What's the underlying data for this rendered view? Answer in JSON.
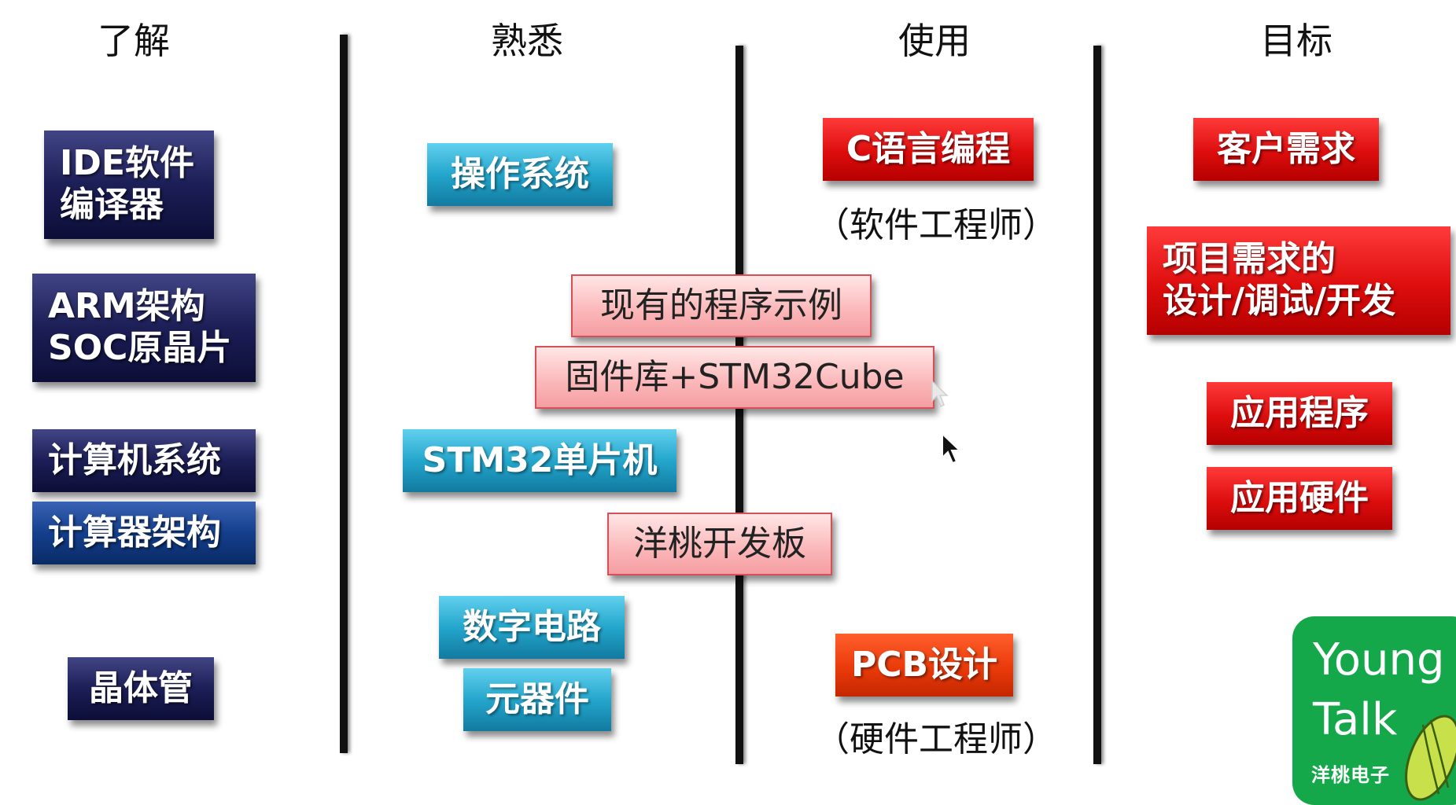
{
  "columns": [
    {
      "header": "了解"
    },
    {
      "header": "熟悉"
    },
    {
      "header": "使用"
    },
    {
      "header": "目标"
    }
  ],
  "understand": {
    "ide_line1": "IDE软件",
    "ide_line2": "编译器",
    "arm_line1": "ARM架构",
    "arm_line2": "SOC原晶片",
    "computer_system": "计算机系统",
    "computer_arch": "计算器架构",
    "transistor": "晶体管"
  },
  "familiar": {
    "os": "操作系统",
    "examples": "现有的程序示例",
    "firmware": "固件库+STM32Cube",
    "mcu": "STM32单片机",
    "board": "洋桃开发板",
    "digital": "数字电路",
    "components": "元器件"
  },
  "use": {
    "c_programming": "C语言编程",
    "software_engineer": "（软件工程师）",
    "pcb_design": "PCB设计",
    "hardware_engineer": "（硬件工程师）"
  },
  "goals": {
    "customer_needs": "客户需求",
    "project_line1": "项目需求的",
    "project_line2": "设计/调试/开发",
    "app_program": "应用程序",
    "app_hardware": "应用硬件"
  },
  "logo": {
    "line1": "Young",
    "line2": "Talk",
    "brand": "洋桃电子",
    "color": "#15a84a"
  },
  "colors": {
    "navy": "#1c1e56",
    "teal": "#24a6cc",
    "pink": "#fbb6b8",
    "red": "#dd0d0d",
    "orange": "#ea3a0a"
  },
  "icons": [
    "mouse-cursor-icon",
    "peach-icon"
  ]
}
